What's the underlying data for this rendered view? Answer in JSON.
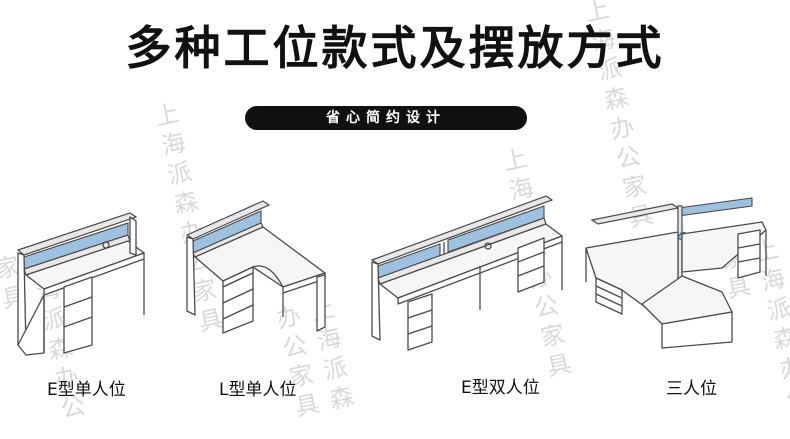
{
  "title": "多种工位款式及摆放方式",
  "subtitle": "省心简约设计",
  "watermark": "上海派森办公家具",
  "items": [
    {
      "label": "E型单人位"
    },
    {
      "label": "L型单人位"
    },
    {
      "label": "E型双人位"
    },
    {
      "label": "三人位"
    }
  ],
  "colors": {
    "glass": "#9ec1df",
    "pill": "#111111"
  }
}
